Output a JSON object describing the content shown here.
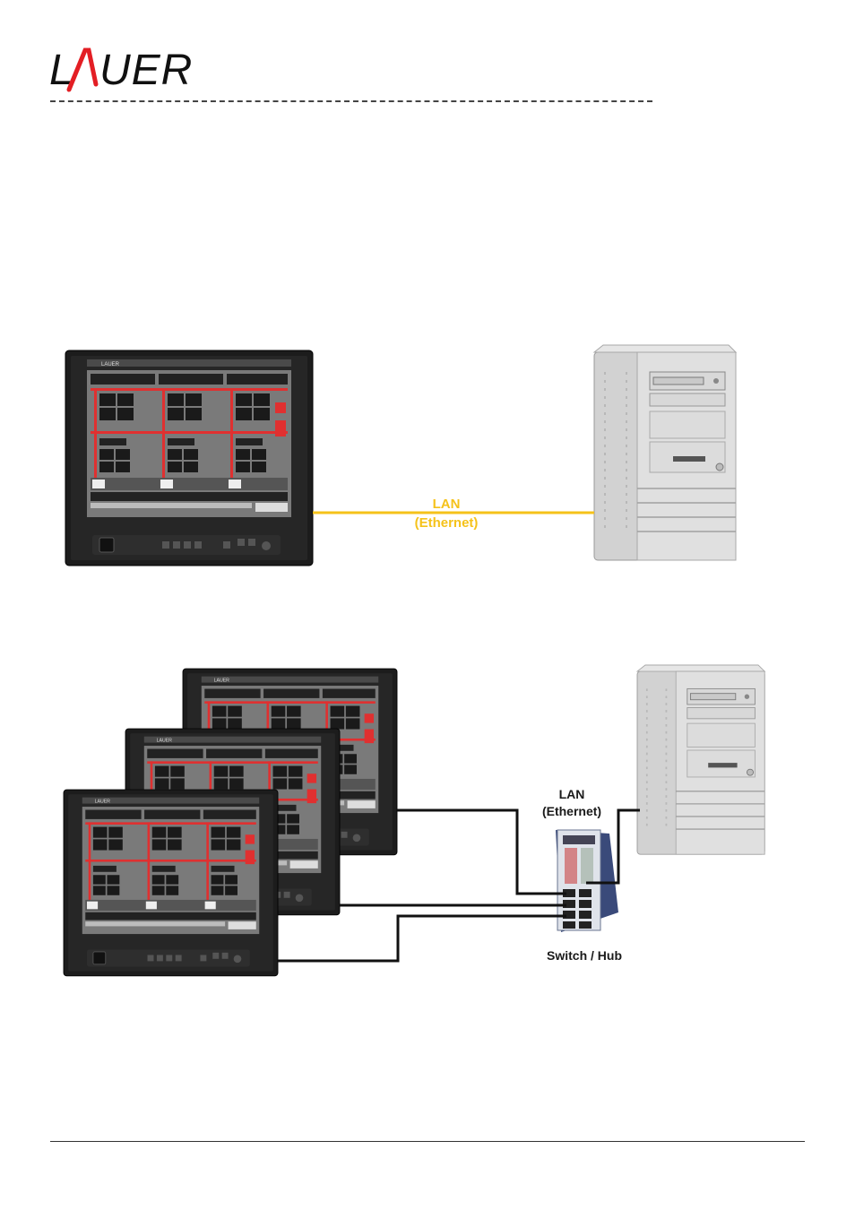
{
  "logo": {
    "text": "LAUER",
    "accent_color": "#e31e24"
  },
  "diagram1": {
    "link_label_line1": "LAN",
    "link_label_line2": "(Ethernet)",
    "cable_color": "#f5c21a"
  },
  "diagram2": {
    "link_label_line1": "LAN",
    "link_label_line2": "(Ethernet)",
    "switch_label": "Switch / Hub",
    "cable_color": "#111111"
  },
  "colors": {
    "panel_bezel": "#1c1c1c",
    "screen_bg": "#7a7a7a",
    "screen_red": "#e03030",
    "pc_case": "#dadada"
  }
}
